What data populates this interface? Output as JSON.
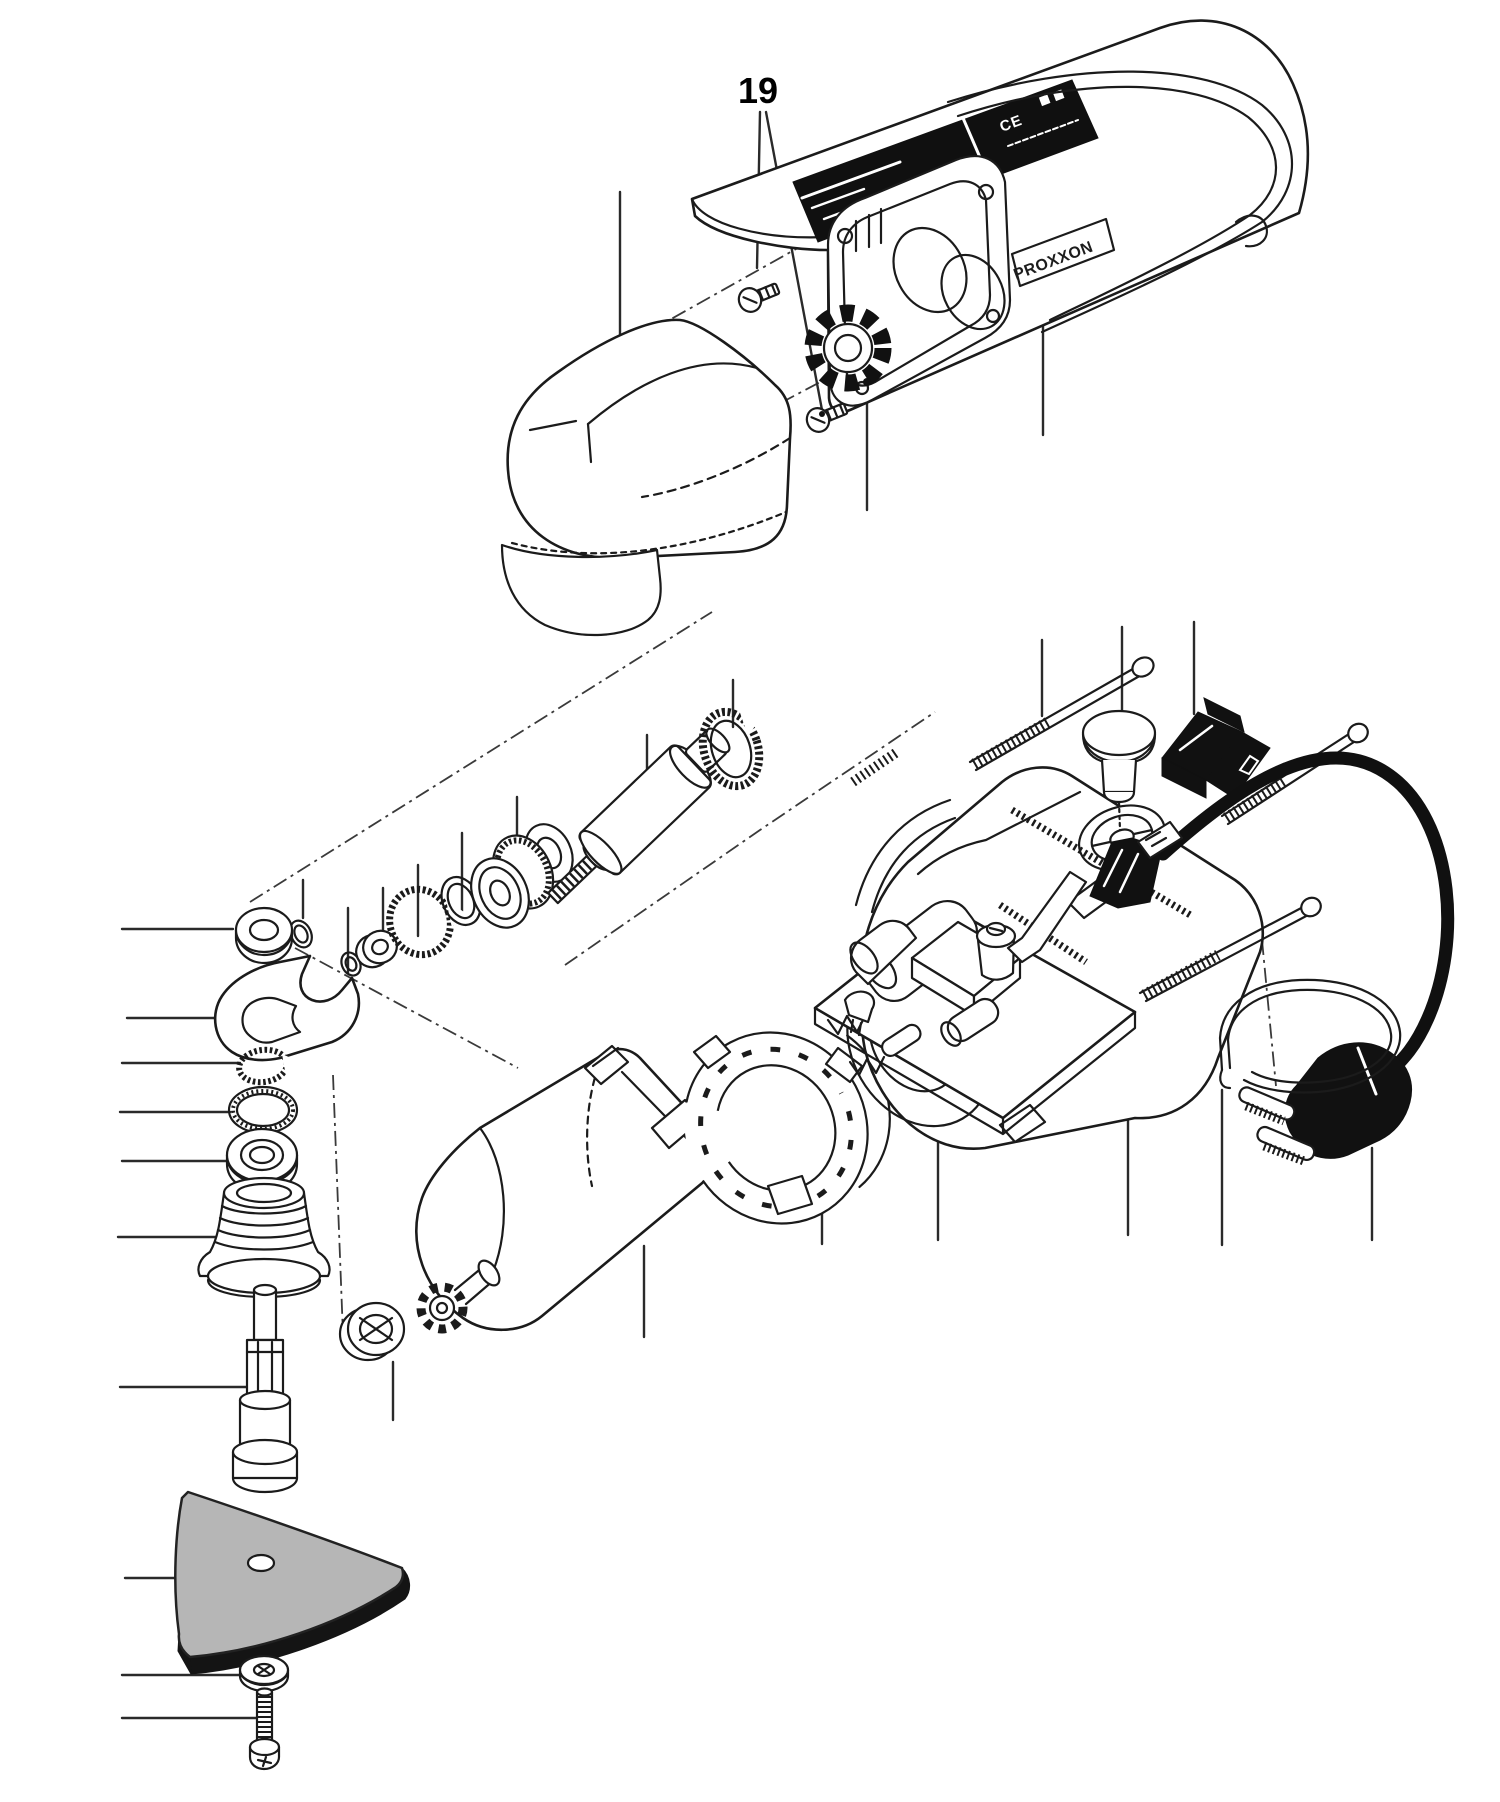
{
  "meta": {
    "type": "exploded-parts-diagram",
    "subject": "oscillating detail sander power tool, exploded service view"
  },
  "callout": {
    "label": "19",
    "points_to": "housing mounting screws"
  },
  "branding": {
    "side_label": "PROXXON",
    "rating_plate_mark": "CE"
  },
  "colors": {
    "background": "#ffffff",
    "line": "#1b1b1b",
    "pad_fill": "#b6b6b6",
    "pad_edge": "#141414",
    "rating_plate": "#101010"
  },
  "parts": [
    {
      "id": "head-cover",
      "name": "gear head cover"
    },
    {
      "id": "housing-screw-a",
      "name": "housing screw (item 19)"
    },
    {
      "id": "housing-screw-b",
      "name": "housing screw (item 19)"
    },
    {
      "id": "upper-housing",
      "name": "upper motor housing shell with rating plate"
    },
    {
      "id": "toothed-washer",
      "name": "toothed lock washer"
    },
    {
      "id": "retaining-ring-big",
      "name": "retaining ring"
    },
    {
      "id": "drive-sleeve",
      "name": "drive shaft with sleeve"
    },
    {
      "id": "bearing-cluster",
      "name": "bearing and gear set"
    },
    {
      "id": "o-ring-mid",
      "name": "o-ring"
    },
    {
      "id": "snap-ring-mid",
      "name": "snap ring"
    },
    {
      "id": "bearing-small",
      "name": "small ball bearing"
    },
    {
      "id": "washer-small",
      "name": "small washer"
    },
    {
      "id": "o-ring-tiny",
      "name": "small o-ring"
    },
    {
      "id": "ball-bearing",
      "name": "ball bearing"
    },
    {
      "id": "fork-lever",
      "name": "oscillating fork lever"
    },
    {
      "id": "snap-ring-left",
      "name": "circlip"
    },
    {
      "id": "o-ring-left",
      "name": "o-ring"
    },
    {
      "id": "bearing-left",
      "name": "ball bearing"
    },
    {
      "id": "threaded-collar",
      "name": "threaded clamping collar"
    },
    {
      "id": "spindle",
      "name": "output spindle"
    },
    {
      "id": "sanding-pad",
      "name": "triangular sanding pad"
    },
    {
      "id": "pad-washer",
      "name": "pad washer"
    },
    {
      "id": "pad-screw",
      "name": "pad fixing screw"
    },
    {
      "id": "motor",
      "name": "DC motor with pinion"
    },
    {
      "id": "motor-bushing",
      "name": "motor bushing ring"
    },
    {
      "id": "motor-clamp-ring",
      "name": "motor clamp ring"
    },
    {
      "id": "circuit-board",
      "name": "control circuit board"
    },
    {
      "id": "lower-housing",
      "name": "lower motor housing shell"
    },
    {
      "id": "lock-knob",
      "name": "spindle lock knob"
    },
    {
      "id": "rocker-switch",
      "name": "on/off rocker switch"
    },
    {
      "id": "long-screw-1",
      "name": "long housing screw"
    },
    {
      "id": "long-screw-2",
      "name": "long housing screw"
    },
    {
      "id": "long-screw-3",
      "name": "long housing screw"
    },
    {
      "id": "cable-clamp",
      "name": "cable clamp wire"
    },
    {
      "id": "strain-relief",
      "name": "cord strain relief"
    },
    {
      "id": "power-cord",
      "name": "power cord with plug"
    }
  ]
}
